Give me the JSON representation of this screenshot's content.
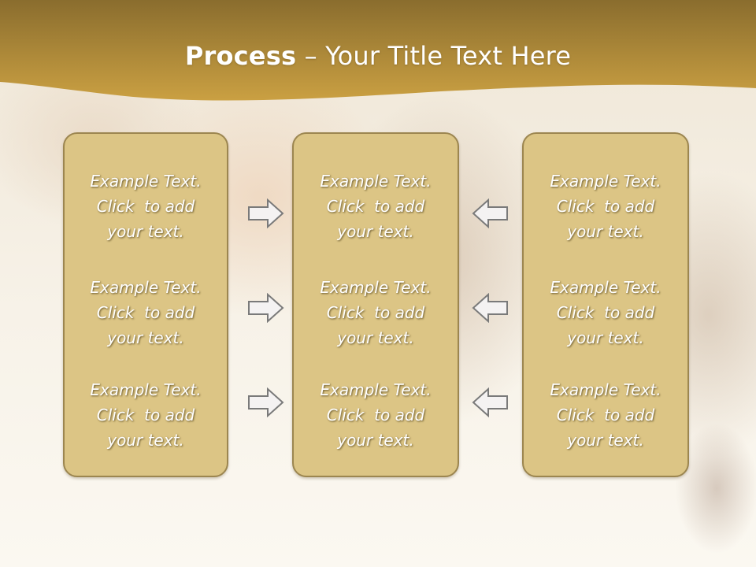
{
  "title": {
    "bold": "Process",
    "rest": " – Your Title Text Here"
  },
  "columns": [
    {
      "items": [
        "Example Text.\nClick  to add\nyour text.",
        "Example Text.\nClick  to add\nyour text.",
        "Example Text.\nClick  to add\nyour text."
      ]
    },
    {
      "items": [
        "Example Text.\nClick  to add\nyour text.",
        "Example Text.\nClick  to add\nyour text.",
        "Example Text.\nClick  to add\nyour text."
      ]
    },
    {
      "items": [
        "Example Text.\nClick  to add\nyour text.",
        "Example Text.\nClick  to add\nyour text.",
        "Example Text.\nClick  to add\nyour text."
      ]
    }
  ],
  "arrows": {
    "left_group": "arrow-right-icon",
    "right_group": "arrow-left-icon"
  },
  "colors": {
    "header_top": "#8a6d2e",
    "header_bottom": "#caa042",
    "panel_fill": "#dcc585",
    "panel_border": "#9c8650"
  }
}
